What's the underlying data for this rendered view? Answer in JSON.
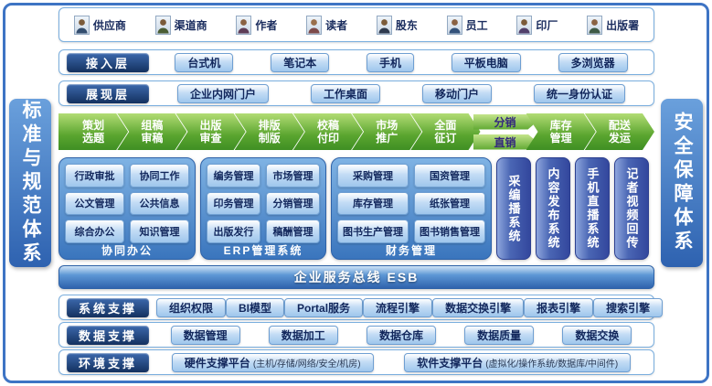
{
  "colors": {
    "frame": "#3e74c4",
    "chevron_green": "#5aa52f",
    "panel_blue": "#3a75bd",
    "label_navy": "#14315f"
  },
  "sidebars": {
    "left": "标准与规范体系",
    "right": "安全保障体系"
  },
  "roles": [
    {
      "label": "供应商"
    },
    {
      "label": "渠道商"
    },
    {
      "label": "作者"
    },
    {
      "label": "读者"
    },
    {
      "label": "股东"
    },
    {
      "label": "员工"
    },
    {
      "label": "印厂"
    },
    {
      "label": "出版署"
    }
  ],
  "access_layer": {
    "label": "接入层",
    "items": [
      "台式机",
      "笔记本",
      "手机",
      "平板电脑",
      "多浏览器"
    ]
  },
  "presentation_layer": {
    "label": "展现层",
    "items": [
      "企业内网门户",
      "工作桌面",
      "移动门户",
      "统一身份认证"
    ]
  },
  "process": {
    "steps": [
      {
        "line1": "策划",
        "line2": "选题"
      },
      {
        "line1": "组稿",
        "line2": "审稿"
      },
      {
        "line1": "出版",
        "line2": "审查"
      },
      {
        "line1": "排版",
        "line2": "制版"
      },
      {
        "line1": "校稿",
        "line2": "付印"
      },
      {
        "line1": "市场",
        "line2": "推广"
      },
      {
        "line1": "全面",
        "line2": "征订"
      }
    ],
    "branch": [
      {
        "label": "分销"
      },
      {
        "label": "直销"
      }
    ],
    "tail": [
      {
        "line1": "库存",
        "line2": "管理"
      },
      {
        "line1": "配送",
        "line2": "发运"
      }
    ]
  },
  "modules": [
    {
      "title": "协同办公",
      "items": [
        "行政审批",
        "协同工作",
        "公文管理",
        "公共信息",
        "综合办公",
        "知识管理"
      ]
    },
    {
      "title": "ERP管理系统",
      "items": [
        "编务管理",
        "市场管理",
        "印务管理",
        "分销管理",
        "出版发行",
        "稿酬管理"
      ]
    },
    {
      "title": "财务管理",
      "items": [
        "采购管理",
        "国资管理",
        "库存管理",
        "纸张管理",
        "图书生产管理",
        "图书销售管理"
      ]
    }
  ],
  "vertical_systems": [
    {
      "label": "采编播系统"
    },
    {
      "label": "内容发布系统"
    },
    {
      "label": "手机直播系统"
    },
    {
      "label": "记者视频回传"
    }
  ],
  "esb": {
    "label": "企业服务总线 ESB"
  },
  "support_rows": [
    {
      "label": "系统支撑",
      "items": [
        "组织权限",
        "BI模型",
        "Portal服务",
        "流程引擎",
        "数据交换引擎",
        "报表引擎",
        "搜索引擎"
      ]
    },
    {
      "label": "数据支撑",
      "items": [
        "数据管理",
        "数据加工",
        "数据仓库",
        "数据质量",
        "数据交换"
      ]
    }
  ],
  "environment_row": {
    "label": "环境支撑",
    "items": [
      {
        "main": "硬件支撑平台",
        "sub": "(主机/存储/网络/安全/机房)"
      },
      {
        "main": "软件支撑平台",
        "sub": "(虚拟化/操作系统/数据库/中间件)"
      }
    ]
  }
}
